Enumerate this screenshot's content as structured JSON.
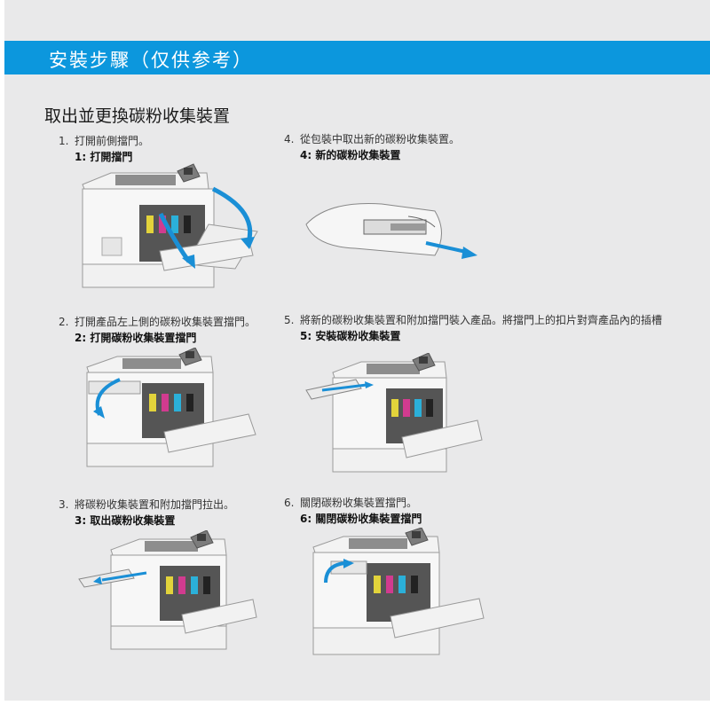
{
  "banner": {
    "title": "安裝步驟（仅供参考）"
  },
  "section": {
    "title": "取出並更換碳粉收集裝置"
  },
  "steps": [
    {
      "num": "1.",
      "text": "打開前側擋門。",
      "caption": "1: 打開擋門"
    },
    {
      "num": "2.",
      "text": "打開產品左上側的碳粉收集裝置擋門。",
      "caption": "2: 打開碳粉收集裝置擋門"
    },
    {
      "num": "3.",
      "text": "將碳粉收集裝置和附加擋門拉出。",
      "caption": "3: 取出碳粉收集裝置"
    },
    {
      "num": "4.",
      "text": "從包裝中取出新的碳粉收集裝置。",
      "caption": "4: 新的碳粉收集裝置"
    },
    {
      "num": "5.",
      "text": "將新的碳粉收集裝置和附加擋門裝入產品。將擋門上的扣片對齊產品內的插槽",
      "caption": "5: 安裝碳粉收集裝置"
    },
    {
      "num": "6.",
      "text": "關閉碳粉收集裝置擋門。",
      "caption": "6: 關閉碳粉收集裝置擋門"
    }
  ],
  "colors": {
    "banner": "#0c97dd",
    "arrow": "#1a8fd6"
  }
}
